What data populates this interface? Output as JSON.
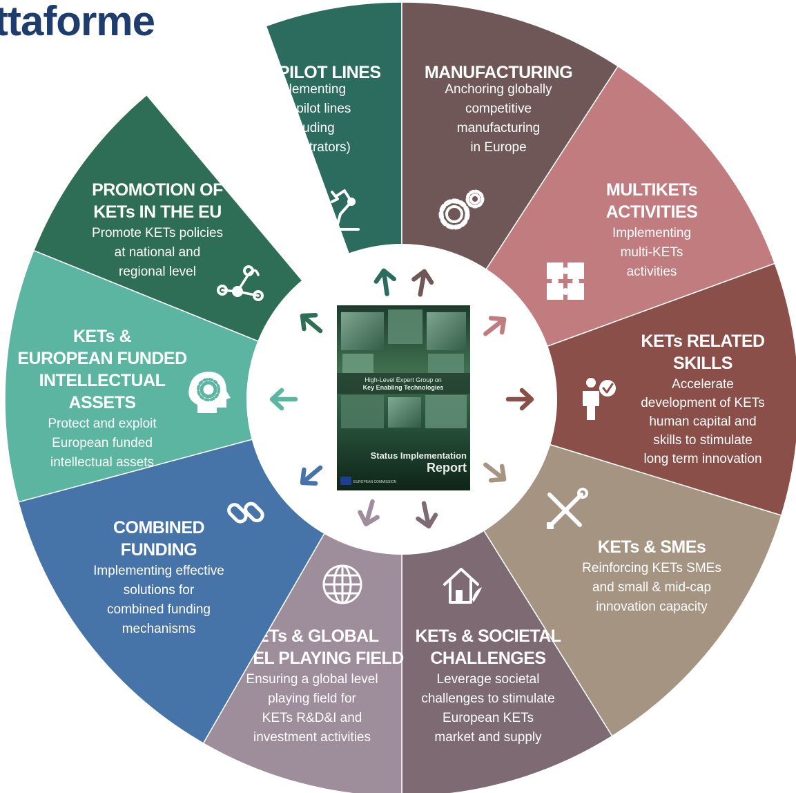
{
  "page": {
    "title": "ttaforme"
  },
  "center": {
    "report": {
      "line1": "High-Level Expert Group on",
      "line2": "Key Enabling Technologies",
      "line3": "Status Implementation",
      "line4": "Report",
      "footer": "EUROPEAN COMMISSION"
    }
  },
  "segments": [
    {
      "id": "pilot-lines",
      "color": "#2b6c5e",
      "icon": "robot-arm-icon",
      "arrow": "#2b6c5e",
      "title": [
        "KETs PILOT LINES"
      ],
      "desc": [
        "Implementing",
        "KETs pilot lines",
        "(including",
        "demonstrators)"
      ]
    },
    {
      "id": "manufacturing",
      "color": "#6f5757",
      "icon": "gears-icon",
      "arrow": "#6f5757",
      "title": [
        "MANUFACTURING"
      ],
      "desc": [
        "Anchoring globally",
        "competitive",
        "manufacturing",
        "in Europe"
      ]
    },
    {
      "id": "multikets",
      "color": "#c17c7f",
      "icon": "puzzle-icon",
      "arrow": "#c17c7f",
      "title": [
        "MULTIKETs",
        "ACTIVITIES"
      ],
      "desc": [
        "Implementing",
        "multi-KETs",
        "activities"
      ]
    },
    {
      "id": "skills",
      "color": "#8a4f48",
      "icon": "person-check-icon",
      "arrow": "#8a4f48",
      "title": [
        "KETs RELATED",
        "SKILLS"
      ],
      "desc": [
        "Accelerate",
        "development of KETs",
        "human capital and",
        "skills to stimulate",
        "long term innovation"
      ]
    },
    {
      "id": "smes",
      "color": "#a59482",
      "icon": "tools-icon",
      "arrow": "#a59482",
      "title": [
        "KETs & SMEs"
      ],
      "desc": [
        "Reinforcing KETs SMEs",
        "and small & mid-cap",
        "innovation capacity"
      ]
    },
    {
      "id": "societal",
      "color": "#7d6a72",
      "icon": "house-leaf-icon",
      "arrow": "#7d6a72",
      "title": [
        "KETs & SOCIETAL",
        "CHALLENGES"
      ],
      "desc": [
        "Leverage societal",
        "challenges to stimulate",
        "European KETs",
        "market and supply"
      ]
    },
    {
      "id": "global",
      "color": "#9e8d9b",
      "icon": "globe-icon",
      "arrow": "#9e8d9b",
      "title": [
        "KETs & GLOBAL",
        "LEVEL PLAYING FIELD"
      ],
      "desc": [
        "Ensuring a global level",
        "playing field for",
        "KETs R&D&I and",
        "investment activities"
      ]
    },
    {
      "id": "funding",
      "color": "#4673a8",
      "icon": "chain-link-icon",
      "arrow": "#4673a8",
      "title": [
        "COMBINED",
        "FUNDING"
      ],
      "desc": [
        "Implementing effective",
        "solutions for",
        "combined funding",
        "mechanisms"
      ]
    },
    {
      "id": "assets",
      "color": "#5cb5a0",
      "icon": "head-gear-icon",
      "arrow": "#5cb5a0",
      "title": [
        "KETs &",
        "EUROPEAN FUNDED",
        "INTELLECTUAL",
        "ASSETS"
      ],
      "desc": [
        "Protect and exploit",
        "European funded",
        "intellectual assets"
      ]
    },
    {
      "id": "promotion",
      "color": "#2e6e57",
      "icon": "network-icon",
      "arrow": "#2e6e57",
      "title": [
        "PROMOTION OF",
        "KETs IN THE EU"
      ],
      "desc": [
        "Promote KETs policies",
        "at national and",
        "regional level"
      ]
    }
  ]
}
